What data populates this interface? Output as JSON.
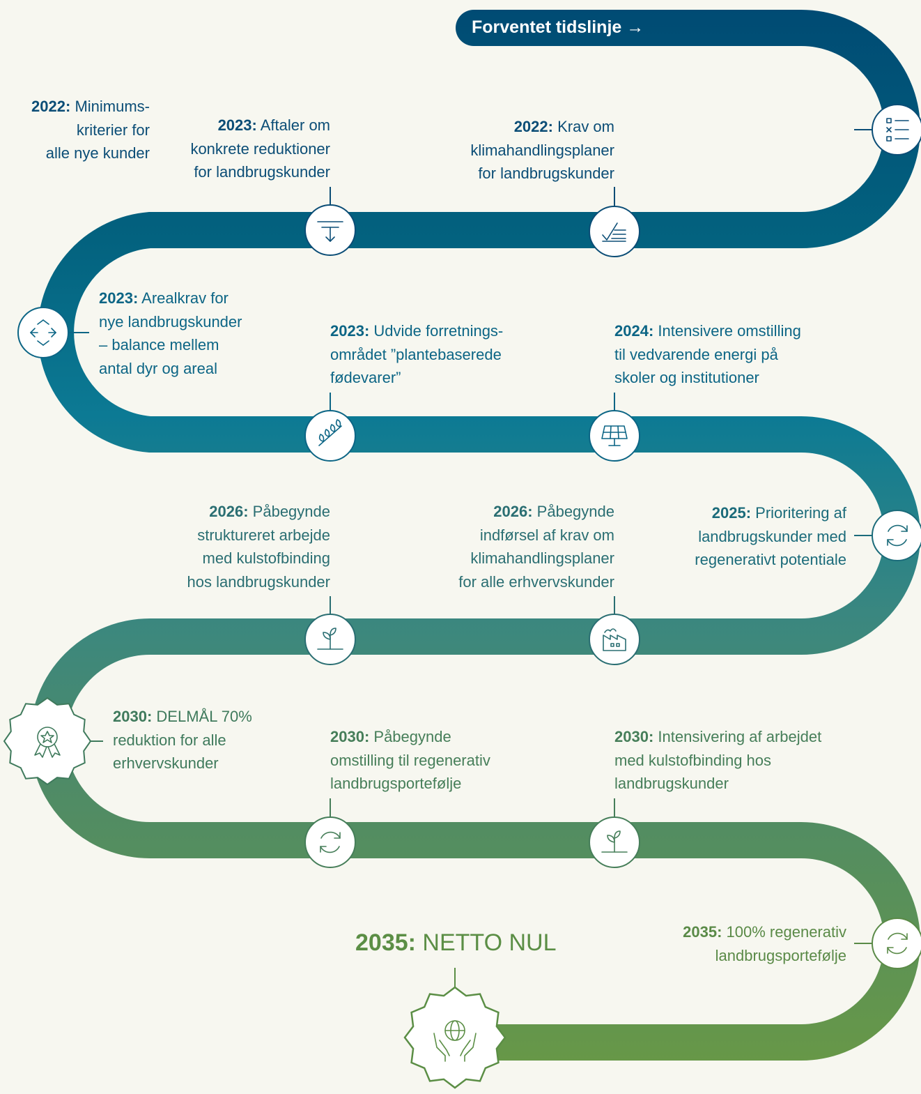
{
  "header": {
    "title": "Forventet tidslinje",
    "arrow": "→"
  },
  "colors": {
    "road_top": "#004a73",
    "road_mid": "#0c7a94",
    "road_green": "#3f8a77",
    "road_bottom": "#6a9944",
    "background": "#f7f7f0"
  },
  "milestones": [
    {
      "year": "2022:",
      "lines": [
        "Minimums-",
        "kriterier for",
        "alle nye kunder"
      ],
      "icon": "checklist-icon"
    },
    {
      "year": "2022:",
      "lines": [
        "Krav om",
        "klimahandlingsplaner",
        "for landbrugskunder"
      ],
      "icon": "check-list-icon"
    },
    {
      "year": "2023:",
      "lines": [
        "Aftaler om",
        "konkrete reduktioner",
        "for landbrugskunder"
      ],
      "icon": "reduction-arrow-icon"
    },
    {
      "year": "2023:",
      "lines": [
        "Arealkrav for",
        "nye landbrugskunder",
        "– balance mellem",
        "antal dyr og areal"
      ],
      "icon": "area-arrows-icon"
    },
    {
      "year": "2023:",
      "lines": [
        "Udvide forretnings-",
        "området ”plantebaserede",
        "fødevarer”"
      ],
      "icon": "plant-leaves-icon"
    },
    {
      "year": "2024:",
      "lines": [
        "Intensivere omstilling",
        "til vedvarende energi på",
        "skoler og institutioner"
      ],
      "icon": "solar-panel-icon"
    },
    {
      "year": "2025:",
      "lines": [
        "Prioritering af",
        "landbrugskunder med",
        "regenerativt potentiale"
      ],
      "icon": "refresh-cycle-icon"
    },
    {
      "year": "2026:",
      "lines": [
        "Påbegynde",
        "indførsel af krav om",
        "klimahandlingsplaner",
        "for alle erhvervskunder"
      ],
      "icon": "factory-icon"
    },
    {
      "year": "2026:",
      "lines": [
        "Påbegynde",
        "struktureret arbejde",
        "med kulstofbinding",
        "hos landbrugskunder"
      ],
      "icon": "sprout-icon"
    },
    {
      "year": "2030:",
      "lines": [
        "DELMÅL 70%",
        "reduktion for alle",
        "erhvervskunder"
      ],
      "icon": "award-badge-icon"
    },
    {
      "year": "2030:",
      "lines": [
        "Påbegynde",
        "omstilling til regenerativ",
        "landbrugsportefølje"
      ],
      "icon": "refresh-cycle-icon"
    },
    {
      "year": "2030:",
      "lines": [
        "Intensivering af arbejdet",
        "med kulstofbinding hos",
        "landbrugskunder"
      ],
      "icon": "sprout-icon"
    },
    {
      "year": "2035:",
      "lines": [
        "100% regenerativ",
        "landbrugsportefølje"
      ],
      "icon": "refresh-cycle-icon"
    }
  ],
  "final": {
    "year": "2035:",
    "text": "NETTO NUL",
    "icon": "hands-globe-icon"
  }
}
